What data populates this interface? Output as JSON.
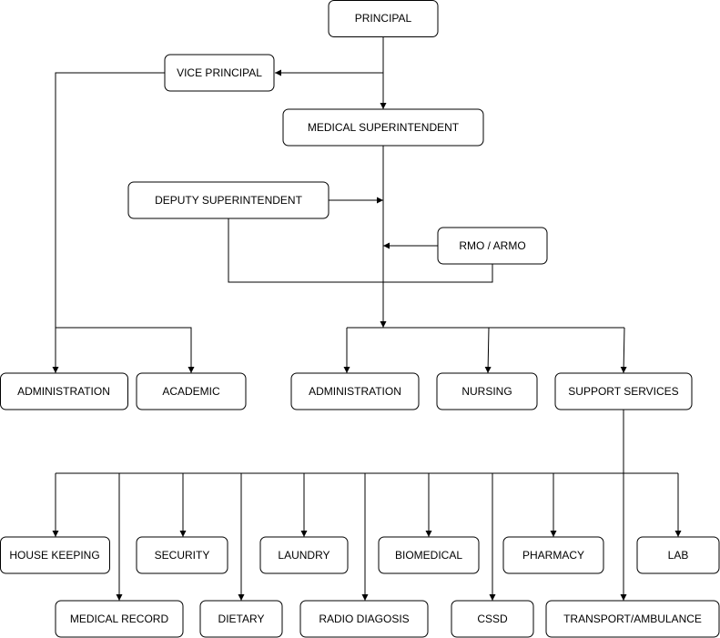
{
  "colors": {
    "background": "#ffffff",
    "stroke": "#000000",
    "text": "#000000"
  },
  "nodes": {
    "principal": "PRINCIPAL",
    "vice_principal": "VICE PRINCIPAL",
    "medical_superintendent": "MEDICAL SUPERINTENDENT",
    "deputy_superintendent": "DEPUTY SUPERINTENDENT",
    "rmo_armo": "RMO / ARMO",
    "administration_left": "ADMINISTRATION",
    "academic": "ACADEMIC",
    "administration_right": "ADMINISTRATION",
    "nursing": "NURSING",
    "support_services": "SUPPORT SERVICES",
    "house_keeping": "HOUSE KEEPING",
    "security": "SECURITY",
    "laundry": "LAUNDRY",
    "biomedical": "BIOMEDICAL",
    "pharmacy": "PHARMACY",
    "lab": "LAB",
    "medical_record": "MEDICAL RECORD",
    "dietary": "DIETARY",
    "radio_diagosis": "RADIO DIAGOSIS",
    "cssd": "CSSD",
    "transport_ambulance": "TRANSPORT/AMBULANCE"
  },
  "edges": [
    {
      "from": "principal",
      "to": "vice_principal"
    },
    {
      "from": "principal",
      "to": "medical_superintendent"
    },
    {
      "from": "vice_principal",
      "to": "administration_left"
    },
    {
      "from": "vice_principal",
      "to": "academic"
    },
    {
      "from": "deputy_superintendent",
      "to": "medical_superintendent"
    },
    {
      "from": "rmo_armo",
      "to": "medical_superintendent"
    },
    {
      "from": "medical_superintendent",
      "to": "administration_right"
    },
    {
      "from": "medical_superintendent",
      "to": "nursing"
    },
    {
      "from": "medical_superintendent",
      "to": "support_services"
    },
    {
      "from": "support_services",
      "to": "house_keeping"
    },
    {
      "from": "support_services",
      "to": "medical_record"
    },
    {
      "from": "support_services",
      "to": "security"
    },
    {
      "from": "support_services",
      "to": "dietary"
    },
    {
      "from": "support_services",
      "to": "laundry"
    },
    {
      "from": "support_services",
      "to": "radio_diagosis"
    },
    {
      "from": "support_services",
      "to": "biomedical"
    },
    {
      "from": "support_services",
      "to": "cssd"
    },
    {
      "from": "support_services",
      "to": "pharmacy"
    },
    {
      "from": "support_services",
      "to": "lab"
    },
    {
      "from": "support_services",
      "to": "transport_ambulance"
    }
  ]
}
